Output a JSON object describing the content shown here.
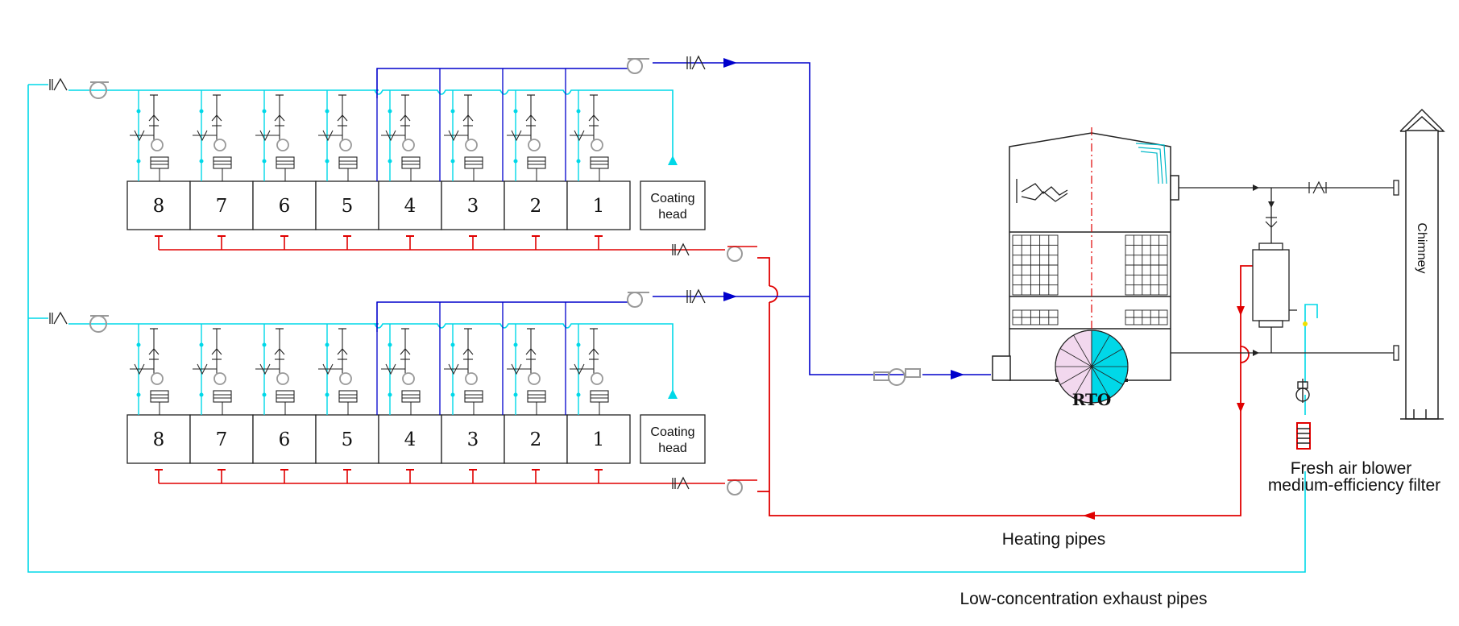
{
  "colors": {
    "heating": "#e00000",
    "exhaust": "#00d8e8",
    "voc": "#0000cc",
    "equipment": "#222222",
    "fan": "#999999"
  },
  "icons": [
    "check-valve-icon",
    "fan-icon",
    "filter-icon",
    "damper-icon"
  ],
  "production_lines": [
    {
      "chambers": [
        "8",
        "7",
        "6",
        "5",
        "4",
        "3",
        "2",
        "1"
      ],
      "coating_head": [
        "Coating",
        "head"
      ]
    },
    {
      "chambers": [
        "8",
        "7",
        "6",
        "5",
        "4",
        "3",
        "2",
        "1"
      ],
      "coating_head": [
        "Coating",
        "head"
      ]
    }
  ],
  "rto_label": "RTO",
  "chimney_label": "Chimney",
  "fresh_air_label": [
    "Fresh air blower",
    "medium-efficiency filter"
  ],
  "heating_pipes_label": "Heating pipes",
  "exhaust_pipes_label": "Low-concentration exhaust pipes"
}
